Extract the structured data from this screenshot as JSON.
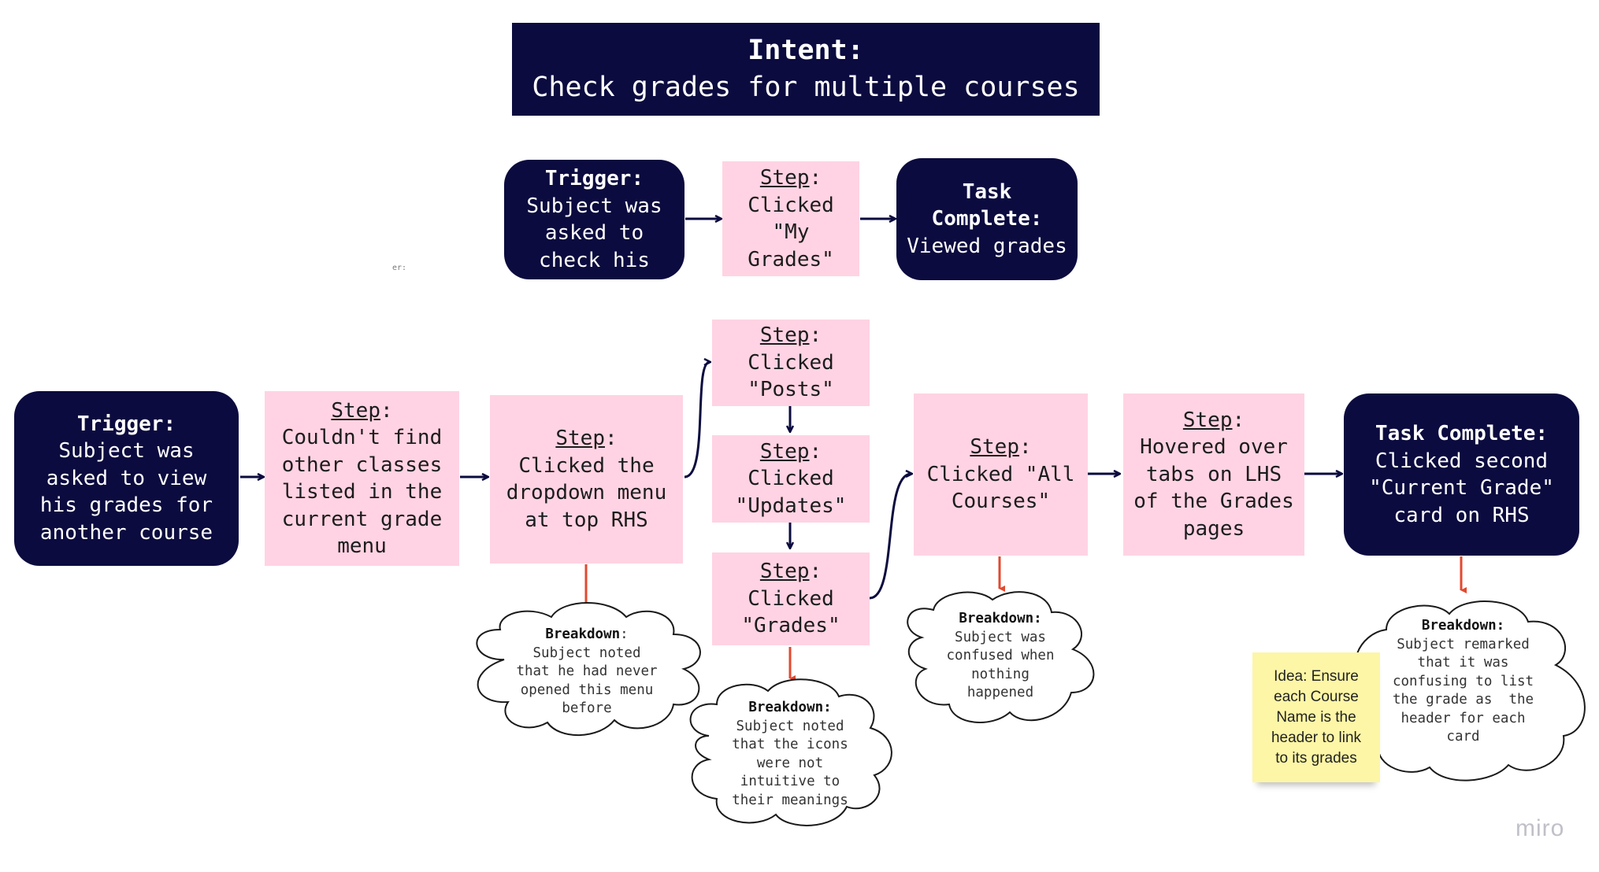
{
  "intent": {
    "label": "Intent:",
    "text": "Check grades for multiple courses"
  },
  "flow1": {
    "trigger": {
      "label": "Trigger:",
      "text": [
        "Subject was",
        "asked to",
        "check his"
      ]
    },
    "step": {
      "label": "Step",
      "text": [
        "Clicked",
        "\"My",
        "Grades\""
      ]
    },
    "complete": {
      "label": [
        "Task",
        "Complete:"
      ],
      "text": "Viewed grades"
    }
  },
  "flow2": {
    "trigger": {
      "label": "Trigger:",
      "text": [
        "Subject was",
        "asked to view",
        "his grades for",
        "another course"
      ]
    },
    "step_not_found": {
      "label": "Step",
      "text": [
        "Couldn't find",
        "other classes",
        "listed in the",
        "current grade",
        "menu"
      ]
    },
    "step_dropdown": {
      "label": "Step",
      "text": [
        "Clicked the",
        "dropdown menu",
        "at top RHS"
      ]
    },
    "step_posts": {
      "label": "Step",
      "text": [
        "Clicked",
        "\"Posts\""
      ]
    },
    "step_updates": {
      "label": "Step",
      "text": [
        "Clicked",
        "\"Updates\""
      ]
    },
    "step_grades": {
      "label": "Step",
      "text": [
        "Clicked",
        "\"Grades\""
      ]
    },
    "step_all_courses": {
      "label": "Step",
      "text": [
        "Clicked \"All",
        "Courses\""
      ]
    },
    "step_hovered": {
      "label": "Step",
      "text": [
        "Hovered over",
        "tabs on LHS",
        "of the Grades",
        "pages"
      ]
    },
    "complete": {
      "label": "Task Complete:",
      "text": [
        "Clicked second",
        "\"Current Grade\"",
        "card on RHS"
      ]
    }
  },
  "breakdowns": {
    "dropdown": {
      "label": "Breakdown",
      "text": [
        "Subject noted",
        "that he had never",
        "opened this menu",
        "before"
      ]
    },
    "grades": {
      "label": "Breakdown:",
      "text": [
        "Subject noted",
        "that the icons",
        "were not",
        "intuitive to",
        "their meanings"
      ]
    },
    "all_courses": {
      "label": "Breakdown:",
      "text": [
        "Subject was",
        "confused when",
        "nothing",
        "happened"
      ]
    },
    "complete": {
      "label": "Breakdown:",
      "text": [
        "Subject remarked",
        "that it was",
        "confusing to list",
        "the grade as  the",
        "header for each",
        "card"
      ]
    }
  },
  "sticky_note": {
    "text": [
      "Idea: Ensure",
      "each Course",
      "Name is the",
      "header to link",
      "to its grades"
    ]
  },
  "watermark": "miro",
  "stray_glyph": "er:",
  "colors": {
    "navy": "#0b0b3f",
    "pink": "#ffd3e3",
    "arrow_red": "#e2492f",
    "sticky": "#fdf6a6"
  }
}
